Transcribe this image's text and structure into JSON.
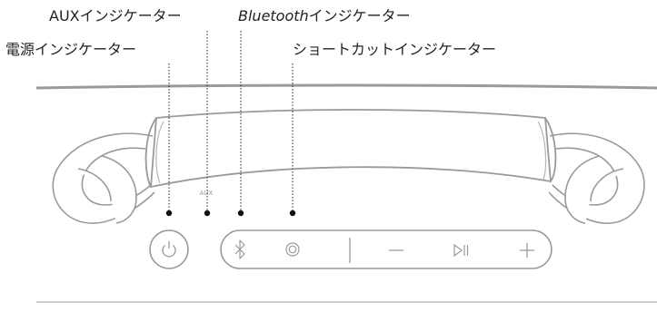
{
  "labels": {
    "aux_indicator": "AUXインジケーター",
    "bluetooth_word": "Bluetooth",
    "bluetooth_suffix": "インジケーター",
    "power_indicator": "電源インジケーター",
    "shortcut_indicator": "ショートカットインジケーター"
  },
  "device": {
    "aux_marking": "AUX"
  },
  "colors": {
    "outline": "#9a9a9a",
    "leader": "#222222",
    "dot": "#111111"
  },
  "icons": {
    "power_button": "power-icon",
    "bluetooth_button": "bluetooth-icon",
    "shortcut_button": "shortcut-icon",
    "volume_down": "minus-icon",
    "play_pause": "play-pause-icon",
    "volume_up": "plus-icon"
  }
}
